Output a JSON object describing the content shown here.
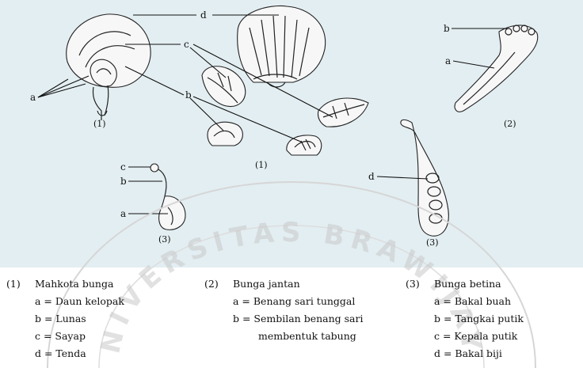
{
  "figure": {
    "part_letters": {
      "a": "a",
      "b": "b",
      "c": "c",
      "d": "d"
    },
    "numbers": {
      "one": "(1)",
      "two": "(2)",
      "three": "(3)"
    }
  },
  "watermark": {
    "text": "UNIVERSITAS BRAWIJAYA"
  },
  "legend": {
    "col1": {
      "number": "(1)",
      "title": "Mahkota bunga",
      "items": [
        "a = Daun kelopak",
        "b = Lunas",
        "c = Sayap",
        "d = Tenda"
      ]
    },
    "col2": {
      "number": "(2)",
      "title": "Bunga jantan",
      "items": [
        "a = Benang sari tunggal",
        "b = Sembilan benang sari",
        "membentuk tabung"
      ]
    },
    "col3": {
      "number": "(3)",
      "title": "Bunga betina",
      "items": [
        "a = Bakal buah",
        "b = Tangkai putik",
        "c = Kepala putik",
        "d = Bakal biji"
      ]
    }
  }
}
